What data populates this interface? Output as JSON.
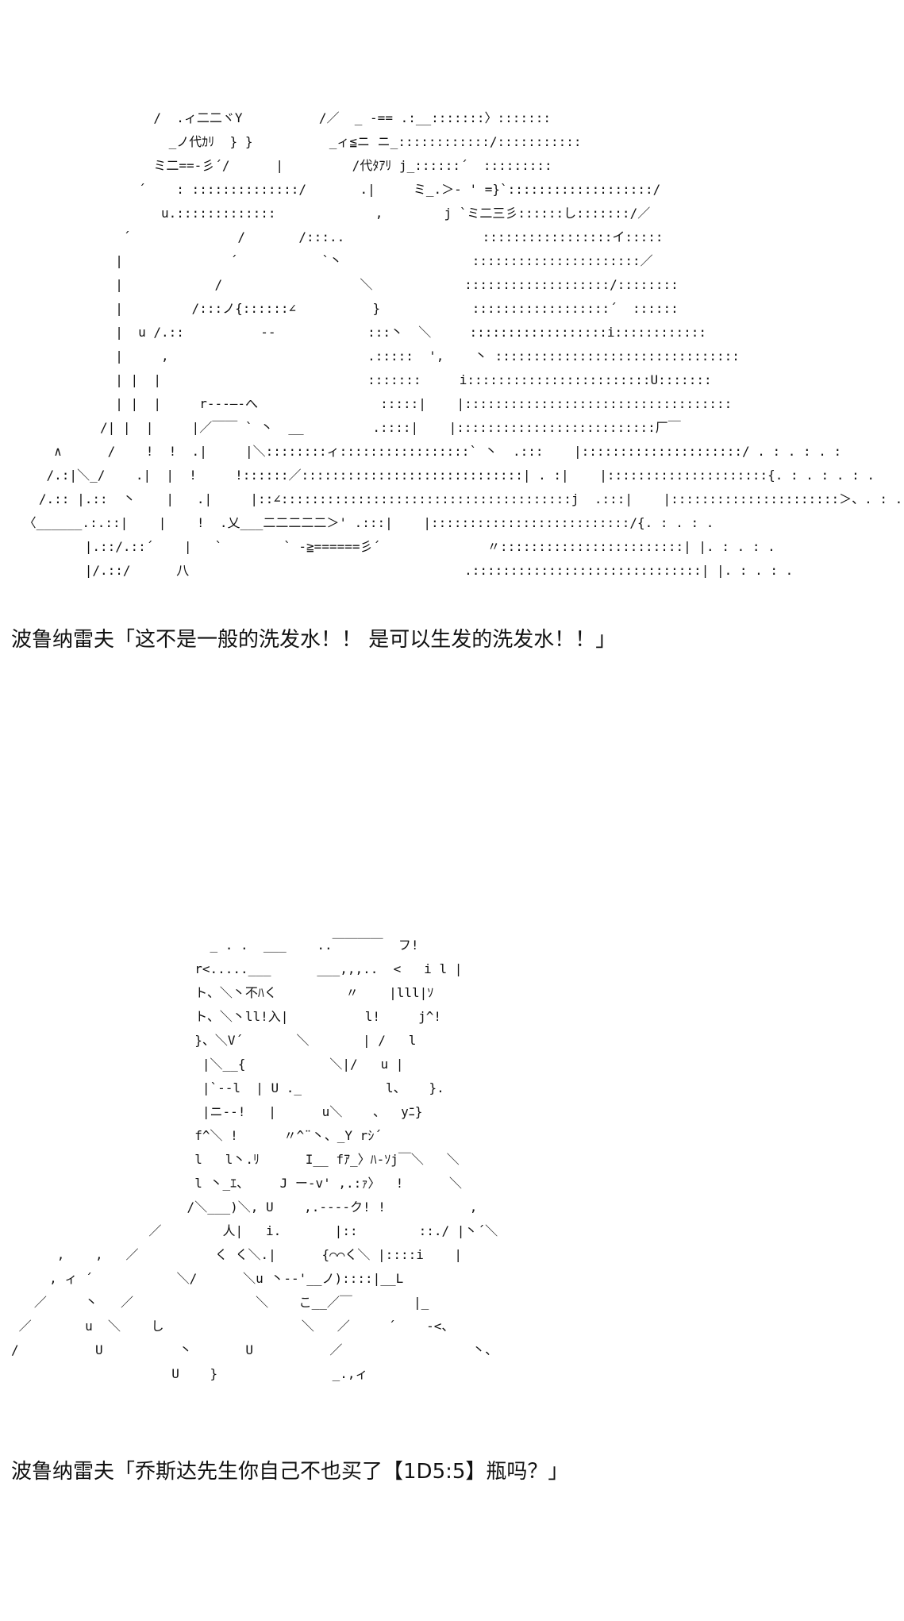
{
  "panels": [
    {
      "art": "                  /  .ィ二二ヾY          /／  _ -== .:__:::::::〉:::::::\n                    _ノ代ｶﾘ  } }          _ィ≦ニ ニ_::::::::::::/:::::::::::\n                  ミ二==‐彡´/      |         /代ﾀｱﾘ j_::::::´  :::::::::\n                ´    : ::::::::::::::/       .|     ミ_.＞- ' =}`:::::::::::::::::::/\n                   u.:::::::::::::             ,        j `ミ二三彡::::::し:::::::/／\n              ´              /       /:::..                  :::::::::::::::::イ:::::\n             |              ´           `丶                 ::::::::::::::::::::::／\n             |            /                  ＼            :::::::::::::::::::/::::::::\n             |         /:::ノ{::::::∠          }            ::::::::::::::::::´  ::::::\n             |  u /.::          ‐‐            :::丶  ＼     ::::::::::::::::::i::::::::::::\n             |     ,                          .:::::  ',    丶 ::::::::::::::::::::::::::::::::\n             | |  |                           :::::::     i::::::::::::::::::::::::U:::::::\n             | |  |     r‐‐‐―‐へ                :::::|    |:::::::::::::::::::::::::::::::::::\n           /| |  |     |／￣￣ ` 丶  __         .::::|    |::::::::::::::::::::::::::厂￣\n     ∧      /    !  !  .|     |＼::::::::ィ:::::::::::::::::` 丶  .:::    |:::::::::::::::::::::/ . : . : . :\n    /.:|＼_/    .|  |  !     !::::::／:::::::::::::::::::::::::::::| . :|    |:::::::::::::::::::::{. : . : . : .\n   /.:: |.::  丶    |   .|     |::∠::::::::::::::::::::::::::::::::::::::j  .:::|    |::::::::::::::::::::::＞、. : . : .\n 〈______.:.::|    |    !  .乂___二二二二二＞' .:::|    |::::::::::::::::::::::::::/{. : . : .\n         |.::/.::´    |   `        ` ‐≧======彡´              〃::::::::::::::::::::::::| |. : . : .\n         |/.::/      八                                    .::::::::::::::::::::::::::::::| |. : . : .",
      "dialogue": "波鲁纳雷夫「这不是一般的洗发水！！ 是可以生发的洗发水！！」"
    },
    {
      "art": "                          _ . .  ___    ..￣￣￣￣  フ!\n                        r<.....___      ___,,,..  <   i l |\n                        ト、＼丶不ﾊく         〃    |lll|ｿ\n                        ト、＼丶ll!入|          l!     j^!\n                        }、＼V´       ＼       | /   l\n                         |＼__{           ＼|/   u |\n                         |`‐‐l  | U ._           l、   }.\n                         |ニ‐‐!   |      u＼    、  yﾆ}\n                        f^＼ !      〃^¨丶、_Y rｼ´\n                        l   l丶.ﾘ      I__ fｱ_〉ﾊ‐ｿj￣＼   ＼\n                        l 丶_ｴ、    J ー‐v' ,.:ｧ〉  !      ＼\n                       /＼___)＼, U    ,.‐‐‐‐ク! !           ,\n                  ／        人|   i.       |::        ::./ |丶´＼\n      ,    ,   ／          く く＼.|      {⌒⌒く＼ |::::i    |\n     , ィ ´           ＼/      ＼u 丶‐‐'__ノ)::::|__L\n   ／     丶   ／                ＼    こ__／￣        |_\n ／       u  ＼    し                  ＼   ／     ´    ‐<、\n/          U          丶       U          ／                 丶、\n                     U    }               _.,ィ",
      "dialogue": "波鲁纳雷夫「乔斯达先生你自己不也买了【1D5:5】瓶吗？」"
    }
  ]
}
